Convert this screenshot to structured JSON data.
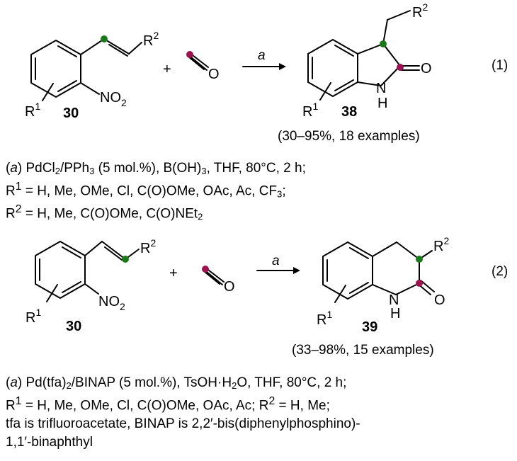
{
  "colors": {
    "green_dot": "#1a7a1a",
    "purple_dot": "#9b1450",
    "ink": "#000000"
  },
  "reaction1": {
    "reactant": {
      "r2": "R",
      "r2_sup": "2",
      "nitro_no": "NO",
      "nitro_sub": "2",
      "r1": "R",
      "r1_sup": "1",
      "number": "30"
    },
    "plus": "+",
    "co_o": "O",
    "arrow_label": "a",
    "product": {
      "r2": "R",
      "r2_sup": "2",
      "carbonyl_o": "O",
      "n": "N",
      "h": "H",
      "r1": "R",
      "r1_sup": "1",
      "number": "38"
    },
    "yield": "(30–95%, 18 examples)",
    "eq_number": "(1)",
    "conditions": {
      "line1_a": "a",
      "line1_b": " PdCl",
      "line1_c": "2",
      "line1_d": "/PPh",
      "line1_e": "3",
      "line1_f": " (5 mol.%), B(OH)",
      "line1_g": "3",
      "line1_h": ", THF, 80°C, 2 h;",
      "line2_a": "R",
      "line2_b": "1",
      "line2_c": " = H, Me, OMe, Cl, C(O)OMe, OAc, Ac, CF",
      "line2_d": "3",
      "line2_e": ";",
      "line3_a": "R",
      "line3_b": "2",
      "line3_c": " = H, Me, C(O)OMe, C(O)NEt",
      "line3_d": "2"
    }
  },
  "reaction2": {
    "reactant": {
      "r2": "R",
      "r2_sup": "2",
      "nitro_no": "NO",
      "nitro_sub": "2",
      "r1": "R",
      "r1_sup": "1",
      "number": "30"
    },
    "plus": "+",
    "co_o": "O",
    "arrow_label": "a",
    "product": {
      "r2": "R",
      "r2_sup": "2",
      "carbonyl_o": "O",
      "n": "N",
      "h": "H",
      "r1": "R",
      "r1_sup": "1",
      "number": "39"
    },
    "yield": "(33–98%, 15 examples)",
    "eq_number": "(2)",
    "conditions": {
      "line1_a": "a",
      "line1_b": " Pd(tfa)",
      "line1_c": "2",
      "line1_d": "/BINAP (5 mol.%), TsOH·H",
      "line1_e": "2",
      "line1_f": "O, THF, 80°C, 2 h;",
      "line2_a": "R",
      "line2_b": "1",
      "line2_c": " = H, Me, OMe, Cl, C(O)OMe, OAc, Ac; R",
      "line2_d": "2",
      "line2_e": " = H, Me;",
      "line3": "tfa is trifluoroacetate, BINAP is 2,2′-bis(diphenylphosphino)-",
      "line4": "1,1′-binaphthyl"
    }
  }
}
